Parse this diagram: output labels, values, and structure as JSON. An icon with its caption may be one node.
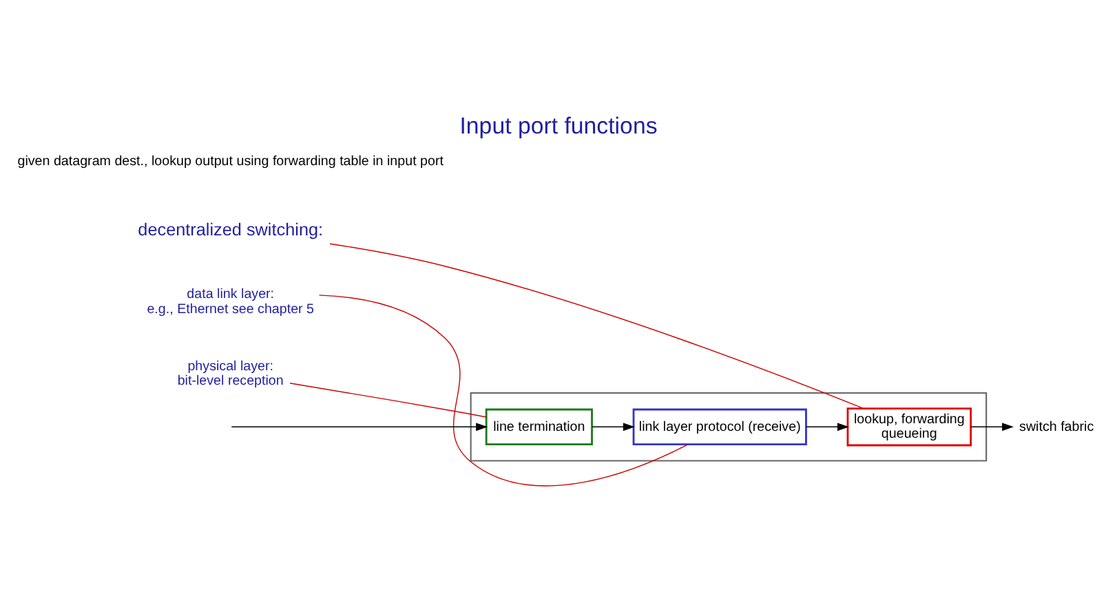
{
  "diagram": {
    "title": "Input port functions",
    "nodes": [
      {
        "text": [],
        "shape": "box"
      },
      {
        "text": [
          "line termination"
        ],
        "in": 0
      },
      {
        "text": [
          "link layer protocol (receive)"
        ],
        "in": 0
      },
      {
        "text": [
          "lookup, forwarding",
          "queueing"
        ],
        "in": 0
      },
      {
        "text": [
          "switch fabric"
        ]
      },
      {
        "text": [
          "physical layer:",
          "bit-level reception"
        ]
      },
      {
        "text": [
          "data link layer:",
          "e.g., Ethernet see chapter 5"
        ]
      },
      {
        "text": [
          "decentralized switching:"
        ]
      }
    ],
    "edges": [
      {
        "from": null,
        "to": 1,
        "arrow": "to"
      },
      {
        "from": 1,
        "to": 2,
        "arrow": "to"
      },
      {
        "from": 2,
        "to": 3,
        "arrow": "to"
      },
      {
        "from": 3,
        "to": 4,
        "arrow": "to"
      },
      {
        "from": 5,
        "to": 1,
        "arrow": "none",
        "color": "#cc0000"
      },
      {
        "from": 6,
        "to": 2,
        "arrow": "none",
        "color": "#cc0000"
      },
      {
        "from": 7,
        "to": 3,
        "arrow": "none",
        "color": "#cc0000"
      }
    ],
    "labels": [
      "given datagram dest., lookup output using forwarding table in input port"
    ]
  }
}
